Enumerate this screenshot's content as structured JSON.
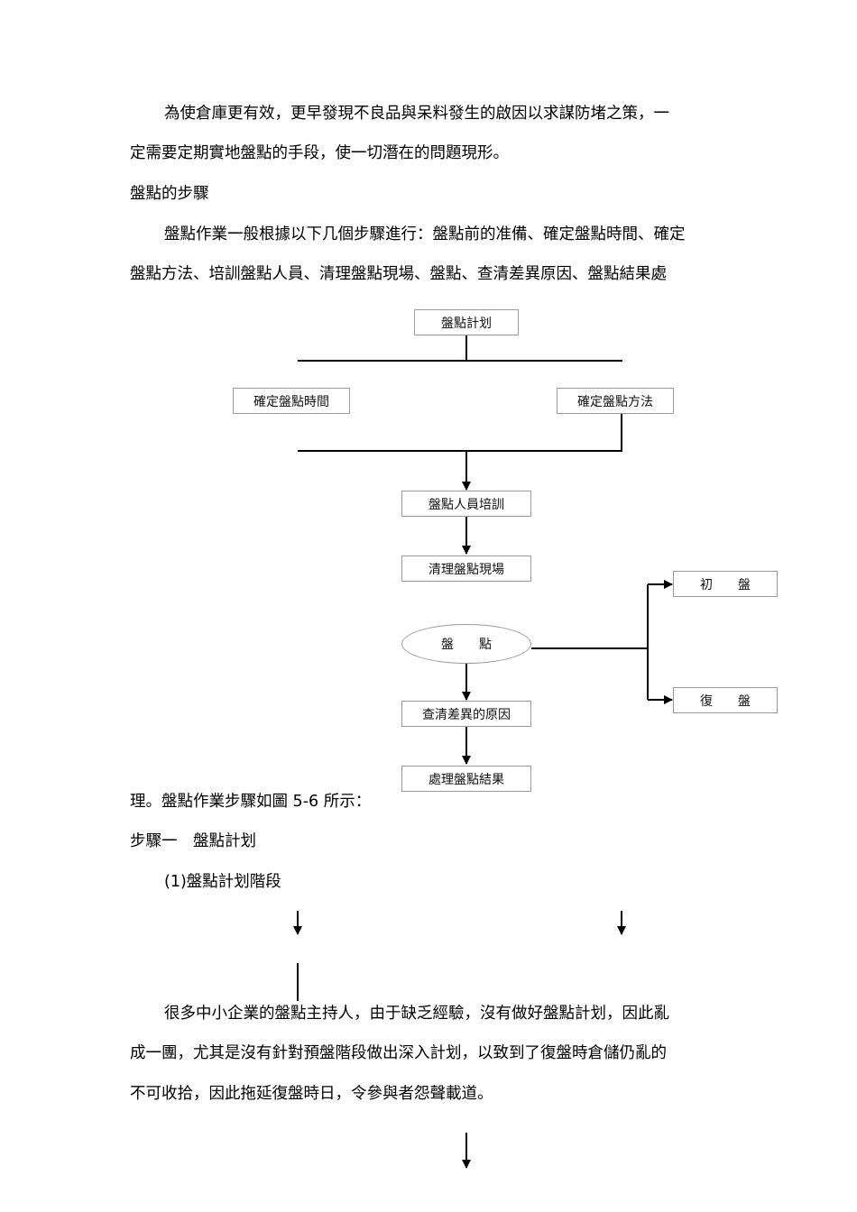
{
  "paragraphs": {
    "p1_line1": "為使倉庫更有效，更早發現不良品與呆料發生的啟因以求謀防堵之策，一",
    "p1_line2": "定需要定期實地盤點的手段，使一切潛在的問題現形。",
    "heading_steps": "盤點的步驟",
    "p2_line1": "盤點作業一般根據以下几個步驟進行：盤點前的准備、確定盤點時間、確定",
    "p2_line2": "盤點方法、培訓盤點人員、清理盤點現場、盤點、查清差異原因、盤點結果處",
    "p2_line3": "理。盤點作業步驟如圖 5-6 所示：",
    "step1_heading": "步驟一　盤點計划",
    "step1_sub": "(1)盤點計划階段",
    "p3_line1": "很多中小企業的盤點主持人，由于缺乏經驗，沒有做好盤點計划，因此亂",
    "p3_line2": "成一團，尤其是沒有針對預盤階段做出深入計划，以致到了復盤時倉儲仍亂的",
    "p3_line3": "不可收拾，因此拖延復盤時日，令參與者怨聲載道。"
  },
  "flowchart": {
    "plan": "盤點計划",
    "confirm_time": "確定盤點時間",
    "confirm_method": "確定盤點方法",
    "train": "盤點人員培訓",
    "clean": "清理盤點現場",
    "count": "盤　　點",
    "initial": "初　　盤",
    "recount": "復　　盤",
    "investigate": "查清差異的原因",
    "handle": "處理盤點結果"
  }
}
